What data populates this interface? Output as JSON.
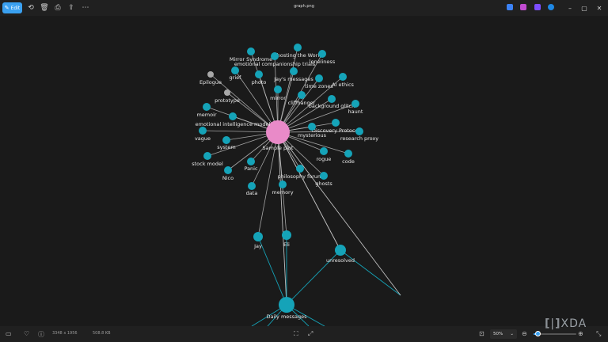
{
  "app": {
    "file_name": "graph.png",
    "edit_label": "Edit"
  },
  "status": {
    "dimensions": "3348 x 1956",
    "file_size": "508.8 KB",
    "zoom": "50%",
    "zoom_fraction": 0.1
  },
  "watermark": {
    "brand": "XDA"
  },
  "colors": {
    "node": "#15a3b8",
    "center_node": "#e98ac8",
    "gray_node": "#a8a8a8",
    "edge": "#bdbdbd",
    "accent": "#3aa0f0"
  },
  "graph": {
    "nodes": [
      {
        "id": "sample",
        "label": "Sample plot",
        "type": "center"
      },
      {
        "id": "mirror_syn",
        "label": "Mirror Syndrome",
        "type": "normal"
      },
      {
        "id": "ghosting",
        "label": "Ghosting the World",
        "type": "normal"
      },
      {
        "id": "loneliness",
        "label": "loneliness",
        "type": "normal"
      },
      {
        "id": "emo_trials",
        "label": "emotional companionship trials",
        "type": "normal"
      },
      {
        "id": "grief",
        "label": "grief",
        "type": "normal"
      },
      {
        "id": "photo",
        "label": "photo",
        "type": "normal"
      },
      {
        "id": "jays_msgs",
        "label": "Jay's messages",
        "type": "normal"
      },
      {
        "id": "time_zones",
        "label": "time zones",
        "type": "normal"
      },
      {
        "id": "ai_ethics",
        "label": "AI ethics",
        "type": "normal"
      },
      {
        "id": "epilogue",
        "label": "Epilogue",
        "type": "gray"
      },
      {
        "id": "mirror",
        "label": "mirror",
        "type": "normal"
      },
      {
        "id": "cliffhanger",
        "label": "cliffhanger",
        "type": "normal"
      },
      {
        "id": "bg_glitch",
        "label": "background glitch",
        "type": "normal"
      },
      {
        "id": "prototype",
        "label": "prototype",
        "type": "gray"
      },
      {
        "id": "haunt",
        "label": "haunt",
        "type": "normal"
      },
      {
        "id": "memoir",
        "label": "memoir",
        "type": "normal"
      },
      {
        "id": "emo_intel",
        "label": "emotional intelligence model",
        "type": "normal"
      },
      {
        "id": "discovery",
        "label": "Discovery Protocol",
        "type": "normal"
      },
      {
        "id": "mysterious",
        "label": "mysterious",
        "type": "normal"
      },
      {
        "id": "research",
        "label": "research proxy",
        "type": "normal"
      },
      {
        "id": "vague",
        "label": "vague",
        "type": "normal"
      },
      {
        "id": "system",
        "label": "system",
        "type": "normal"
      },
      {
        "id": "code",
        "label": "code",
        "type": "normal"
      },
      {
        "id": "rogue",
        "label": "rogue",
        "type": "normal"
      },
      {
        "id": "stock",
        "label": "stock model",
        "type": "normal"
      },
      {
        "id": "panic",
        "label": "Panic",
        "type": "normal"
      },
      {
        "id": "philo",
        "label": "philosophy forum",
        "type": "normal"
      },
      {
        "id": "nico",
        "label": "Nico",
        "type": "normal"
      },
      {
        "id": "ghosts",
        "label": "ghosts",
        "type": "normal"
      },
      {
        "id": "data",
        "label": "data",
        "type": "normal"
      },
      {
        "id": "memory",
        "label": "memory",
        "type": "normal"
      },
      {
        "id": "jay",
        "label": "Jay",
        "type": "normal"
      },
      {
        "id": "eli",
        "label": "Eli",
        "type": "normal"
      },
      {
        "id": "unresolved",
        "label": "unresolved",
        "type": "normal"
      },
      {
        "id": "daily",
        "label": "Daily messages",
        "type": "normal"
      }
    ]
  }
}
